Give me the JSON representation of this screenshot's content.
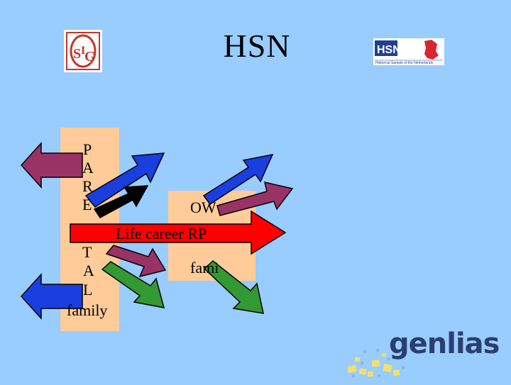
{
  "slide": {
    "title": "HSN"
  },
  "logos": {
    "left": {
      "name": "SIG",
      "letters": "SIG"
    },
    "right": {
      "name": "HSN",
      "tagline": "Historical Sample of the Netherlands"
    },
    "bottom": {
      "name": "genlias"
    }
  },
  "parental_column": {
    "letters": [
      "P",
      "A",
      "R",
      "E",
      "T",
      "A",
      "L"
    ],
    "footer": "family"
  },
  "own_box": {
    "label_top": "OW",
    "label_bottom": "fami"
  },
  "arrow_label": "Life career RP",
  "colors": {
    "background": "#99ccff",
    "box": "#ffcc99",
    "red_arrow": "#ff0000",
    "blue_arrow": "#1a3fe0",
    "purple_arrow": "#993366",
    "green_arrow": "#339933",
    "black_arrow": "#000000"
  }
}
